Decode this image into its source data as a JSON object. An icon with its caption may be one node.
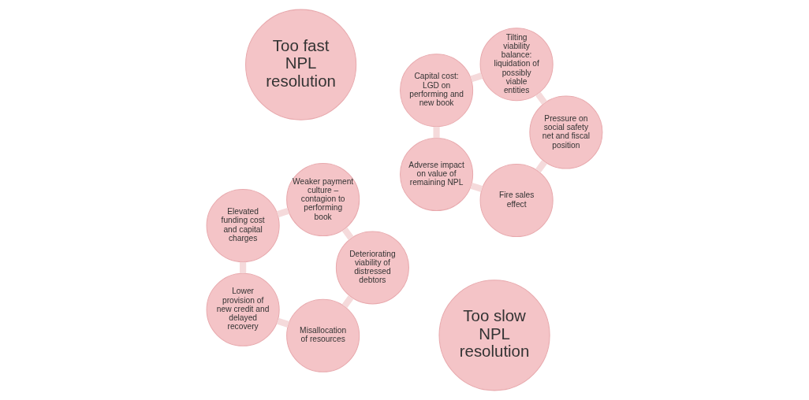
{
  "diagram": {
    "nodes": [
      {
        "text": [
          "Too slow NPL resolution"
        ]
      },
      {
        "text": [
          "Misallocation of resources"
        ]
      },
      {
        "text": [
          "Lower provision of new credit and delayed recovery"
        ]
      },
      {
        "text": [
          "Elevated funding cost and capital charges"
        ]
      },
      {
        "text": [
          "Weaker payment culture – contagion to performing book"
        ]
      },
      {
        "text": [
          "Deteriorating viability of distressed debtors"
        ]
      },
      {
        "text": [
          "Too fast NPL resolution"
        ]
      },
      {
        "text": [
          "Fire sales effect"
        ]
      },
      {
        "text": [
          "Adverse impact on value of remaining NPL"
        ]
      },
      {
        "text": [
          "Capital cost: LGD on performing and new book"
        ]
      },
      {
        "text": [
          "Tilting viability balance: liquidation of possibly viable entities"
        ]
      },
      {
        "text": [
          "Pressure on social safety net and fiscal position"
        ]
      }
    ],
    "edges": [
      {
        "from": 1,
        "to": 2,
        "arrow": "none"
      },
      {
        "from": 2,
        "to": 3,
        "arrow": "none"
      },
      {
        "from": 3,
        "to": 4,
        "arrow": "none"
      },
      {
        "from": 4,
        "to": 5,
        "arrow": "none"
      },
      {
        "from": 5,
        "to": 1,
        "arrow": "none"
      },
      {
        "from": 7,
        "to": 8,
        "arrow": "none"
      },
      {
        "from": 8,
        "to": 9,
        "arrow": "none"
      },
      {
        "from": 9,
        "to": 10,
        "arrow": "none"
      },
      {
        "from": 10,
        "to": 11,
        "arrow": "none"
      },
      {
        "from": 11,
        "to": 7,
        "arrow": "none"
      }
    ]
  }
}
